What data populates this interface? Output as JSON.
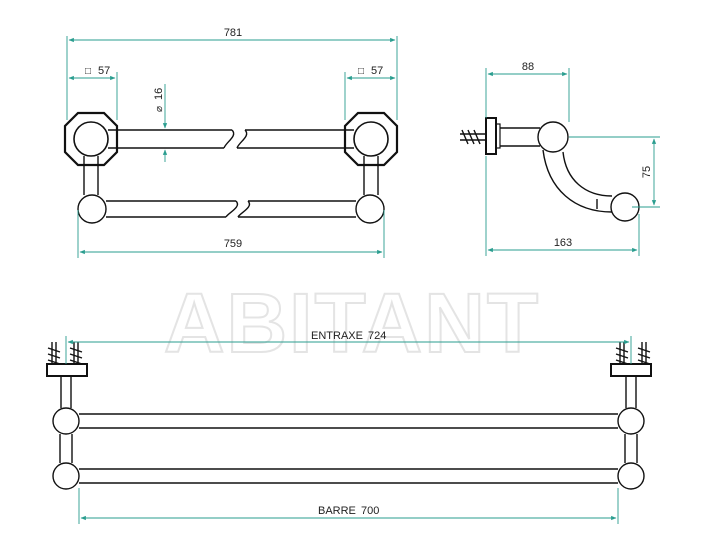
{
  "colors": {
    "line": "#111111",
    "dimension": "#2a9d8f",
    "watermark": "#e4e4e4"
  },
  "front_view": {
    "overall_width": "781",
    "flange_left": "57",
    "flange_right": "57",
    "flange_symbol": "□",
    "tube_diameter": "16",
    "diameter_symbol": "⌀",
    "bar_length": "759"
  },
  "side_view": {
    "projection": "88",
    "depth": "163",
    "height": "75"
  },
  "top_view": {
    "entraxe_label": "ENTRAXE",
    "entraxe_value": "724",
    "bar_label": "BARRE",
    "bar_value": "700"
  },
  "watermark": "ABITANT"
}
